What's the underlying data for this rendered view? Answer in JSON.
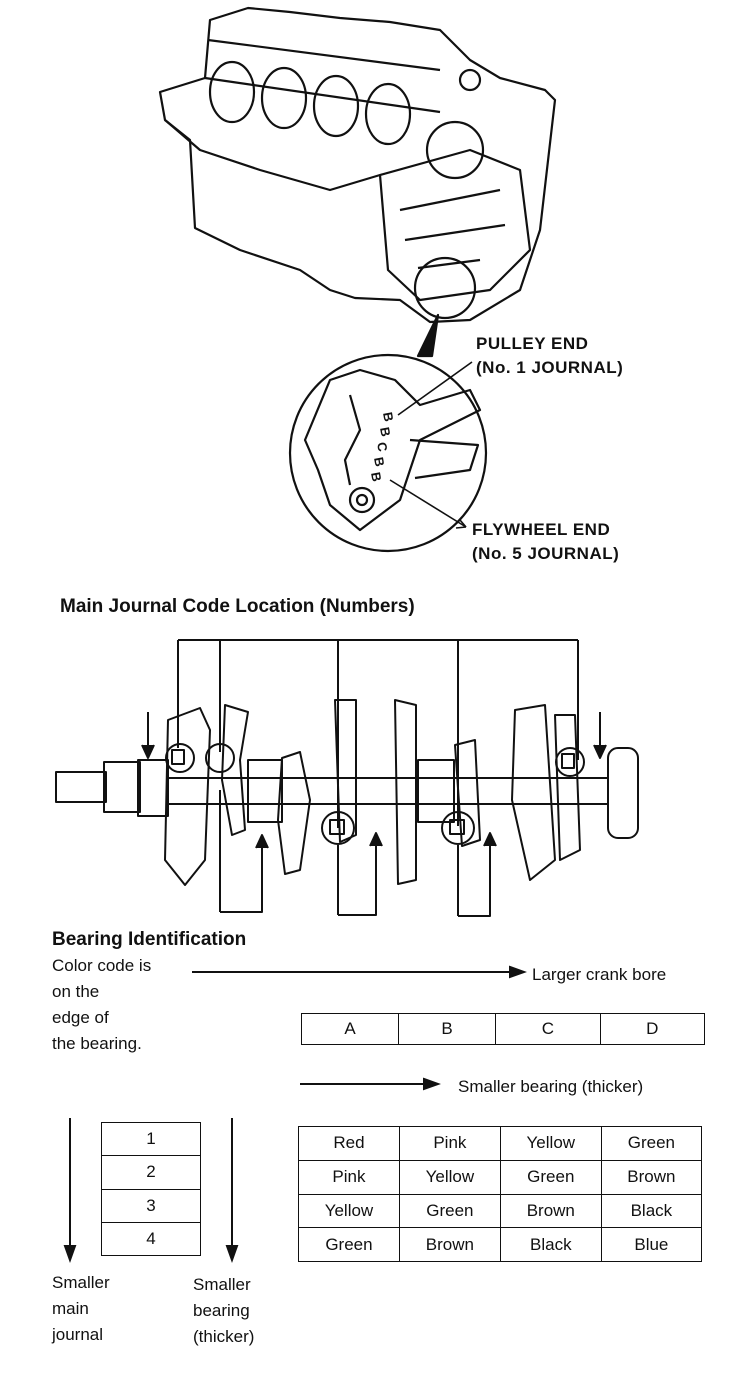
{
  "engine_callouts": {
    "pulley_end_line1": "PULLEY END",
    "pulley_end_line2": "(No. 1 JOURNAL)",
    "flywheel_end_line1": "FLYWHEEL END",
    "flywheel_end_line2": "(No. 5 JOURNAL)",
    "block_code_stamp": [
      "B",
      "B",
      "C",
      "B",
      "B"
    ]
  },
  "main_journal_section": {
    "title": "Main Journal Code Location (Numbers)"
  },
  "bearing_section": {
    "title": "Bearing Identification",
    "note_lines": [
      "Color code is",
      "on the",
      "edge of",
      "the bearing."
    ],
    "arrow_crank_bore_label": "Larger crank bore",
    "arrow_bearing_label": "Smaller bearing (thicker)",
    "crank_bore_codes": [
      "A",
      "B",
      "C",
      "D"
    ],
    "journal_codes": [
      "1",
      "2",
      "3",
      "4"
    ],
    "color_table": [
      [
        "Red",
        "Pink",
        "Yellow",
        "Green"
      ],
      [
        "Pink",
        "Yellow",
        "Green",
        "Brown"
      ],
      [
        "Yellow",
        "Green",
        "Brown",
        "Black"
      ],
      [
        "Green",
        "Brown",
        "Black",
        "Blue"
      ]
    ],
    "bottom_left_label": [
      "Smaller",
      "main",
      "journal"
    ],
    "bottom_right_label": [
      "Smaller",
      "bearing",
      "(thicker)"
    ]
  }
}
